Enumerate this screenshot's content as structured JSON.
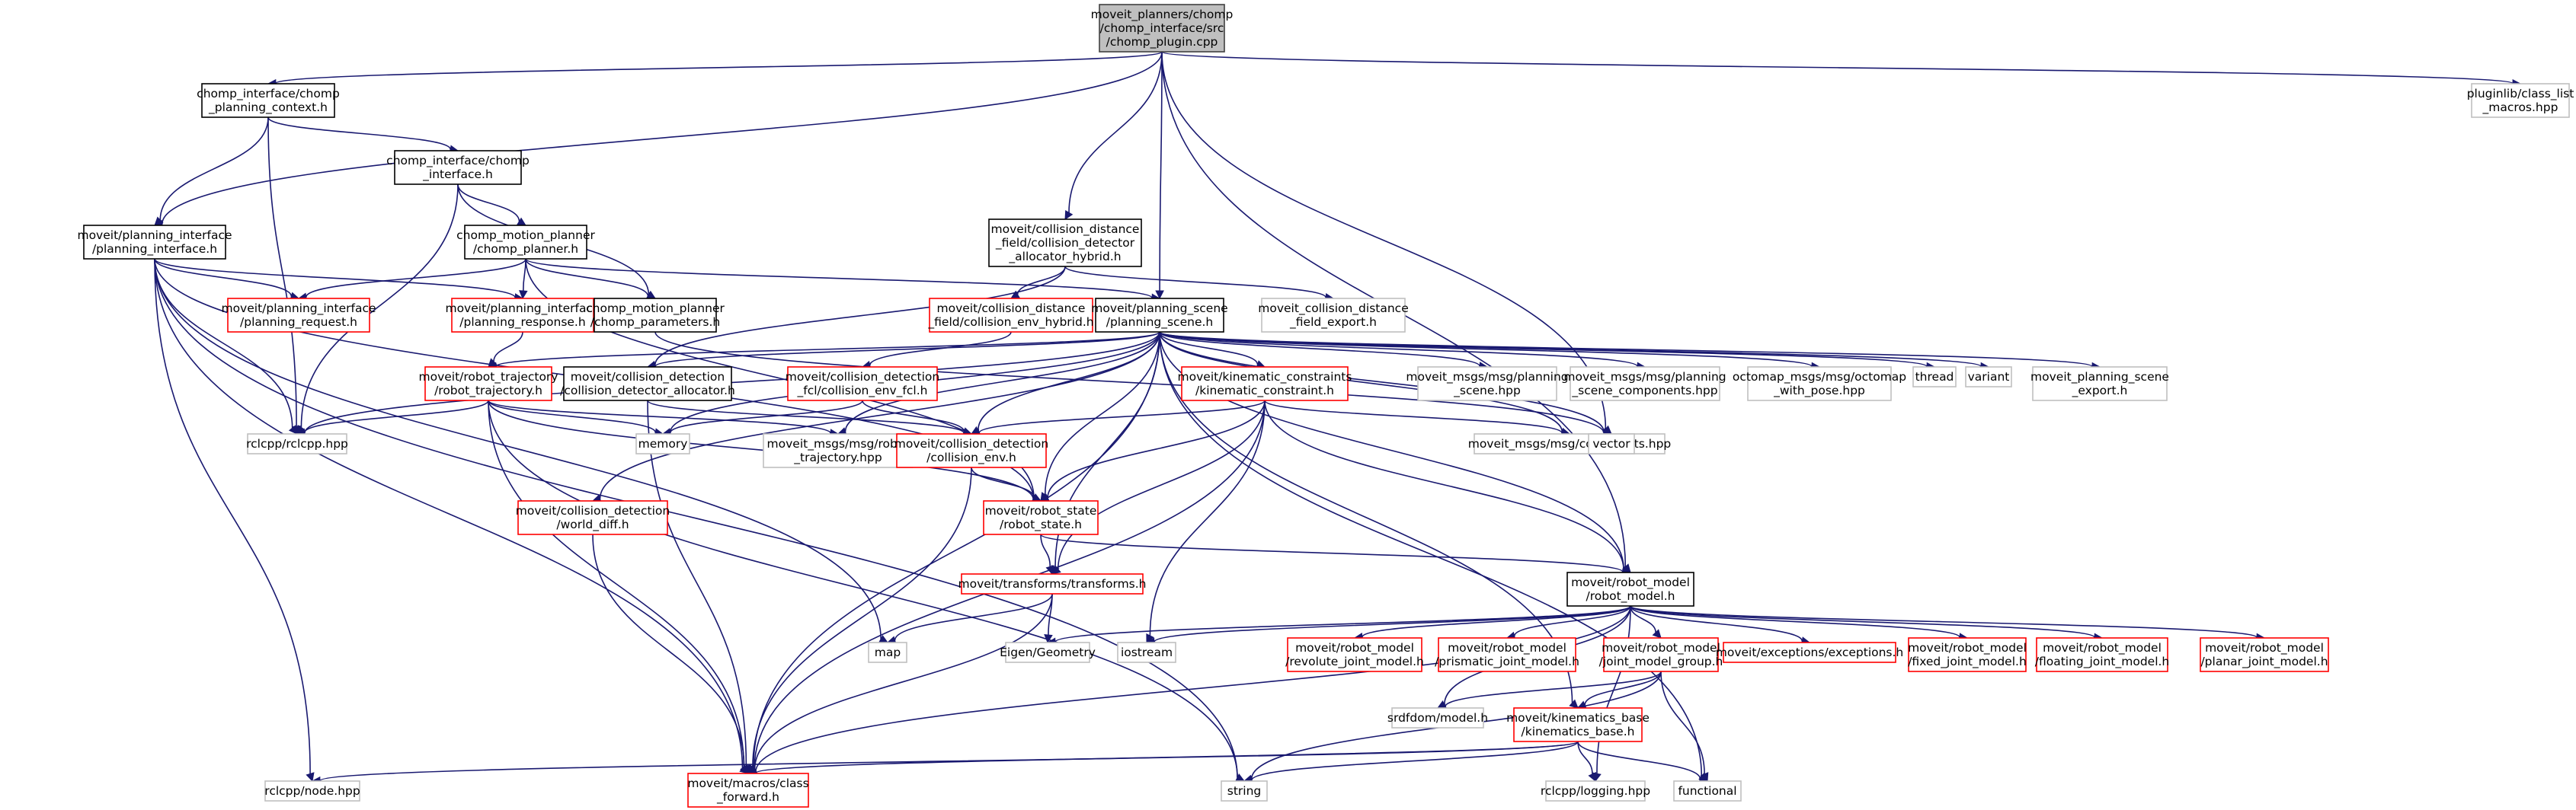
{
  "nodes": [
    {
      "id": "root",
      "lines": [
        "moveit_planners/chomp",
        "/chomp_interface/src",
        "/chomp_plugin.cpp"
      ],
      "style": "root"
    },
    {
      "id": "ctx",
      "lines": [
        "chomp_interface/chomp",
        "_planning_context.h"
      ],
      "style": "black"
    },
    {
      "id": "pluginlib",
      "lines": [
        "pluginlib/class_list",
        "_macros.hpp"
      ],
      "style": "gray"
    },
    {
      "id": "ci",
      "lines": [
        "chomp_interface/chomp",
        "_interface.h"
      ],
      "style": "black"
    },
    {
      "id": "pi",
      "lines": [
        "moveit/planning_interface",
        "/planning_interface.h"
      ],
      "style": "black"
    },
    {
      "id": "cmp",
      "lines": [
        "chomp_motion_planner",
        "/chomp_planner.h"
      ],
      "style": "black"
    },
    {
      "id": "cdah",
      "lines": [
        "moveit/collision_distance",
        "_field/collision_detector",
        "_allocator_hybrid.h"
      ],
      "style": "black"
    },
    {
      "id": "preq",
      "lines": [
        "moveit/planning_interface",
        "/planning_request.h"
      ],
      "style": "red"
    },
    {
      "id": "presp",
      "lines": [
        "moveit/planning_interface",
        "/planning_response.h"
      ],
      "style": "red"
    },
    {
      "id": "cparams",
      "lines": [
        "chomp_motion_planner",
        "/chomp_parameters.h"
      ],
      "style": "black"
    },
    {
      "id": "cehyb",
      "lines": [
        "moveit/collision_distance",
        "_field/collision_env_hybrid.h"
      ],
      "style": "red"
    },
    {
      "id": "ps",
      "lines": [
        "moveit/planning_scene",
        "/planning_scene.h"
      ],
      "style": "black"
    },
    {
      "id": "cdfexp",
      "lines": [
        "moveit_collision_distance",
        "_field_export.h"
      ],
      "style": "gray"
    },
    {
      "id": "rtraj",
      "lines": [
        "moveit/robot_trajectory",
        "/robot_trajectory.h"
      ],
      "style": "red"
    },
    {
      "id": "cda",
      "lines": [
        "moveit/collision_detection",
        "/collision_detector_allocator.h"
      ],
      "style": "black"
    },
    {
      "id": "cefcl",
      "lines": [
        "moveit/collision_detection",
        "_fcl/collision_env_fcl.h"
      ],
      "style": "red"
    },
    {
      "id": "kc",
      "lines": [
        "moveit/kinematic_constraints",
        "/kinematic_constraint.h"
      ],
      "style": "red"
    },
    {
      "id": "mps",
      "lines": [
        "moveit_msgs/msg/planning",
        "_scene.hpp"
      ],
      "style": "gray"
    },
    {
      "id": "mpsc",
      "lines": [
        "moveit_msgs/msg/planning",
        "_scene_components.hpp"
      ],
      "style": "gray"
    },
    {
      "id": "octo",
      "lines": [
        "octomap_msgs/msg/octomap",
        "_with_pose.hpp"
      ],
      "style": "gray"
    },
    {
      "id": "thread",
      "lines": [
        "thread"
      ],
      "style": "gray"
    },
    {
      "id": "variant",
      "lines": [
        "variant"
      ],
      "style": "gray"
    },
    {
      "id": "psexp",
      "lines": [
        "moveit_planning_scene",
        "_export.h"
      ],
      "style": "gray"
    },
    {
      "id": "rclcpp",
      "lines": [
        "rclcpp/rclcpp.hpp"
      ],
      "style": "gray"
    },
    {
      "id": "memory",
      "lines": [
        "memory"
      ],
      "style": "gray"
    },
    {
      "id": "mrt",
      "lines": [
        "moveit_msgs/msg/robot",
        "_trajectory.hpp"
      ],
      "style": "gray"
    },
    {
      "id": "ce",
      "lines": [
        "moveit/collision_detection",
        "/collision_env.h"
      ],
      "style": "red"
    },
    {
      "id": "mcons",
      "lines": [
        "moveit_msgs/msg/constraints.hpp"
      ],
      "style": "gray"
    },
    {
      "id": "vector",
      "lines": [
        "vector"
      ],
      "style": "gray"
    },
    {
      "id": "wd",
      "lines": [
        "moveit/collision_detection",
        "/world_diff.h"
      ],
      "style": "red"
    },
    {
      "id": "rs",
      "lines": [
        "moveit/robot_state",
        "/robot_state.h"
      ],
      "style": "red"
    },
    {
      "id": "tf",
      "lines": [
        "moveit/transforms/transforms.h"
      ],
      "style": "red"
    },
    {
      "id": "rm",
      "lines": [
        "moveit/robot_model",
        "/robot_model.h"
      ],
      "style": "black"
    },
    {
      "id": "map",
      "lines": [
        "map"
      ],
      "style": "gray"
    },
    {
      "id": "eigen",
      "lines": [
        "Eigen/Geometry"
      ],
      "style": "gray"
    },
    {
      "id": "iostream",
      "lines": [
        "iostream"
      ],
      "style": "gray"
    },
    {
      "id": "rjm",
      "lines": [
        "moveit/robot_model",
        "/revolute_joint_model.h"
      ],
      "style": "red"
    },
    {
      "id": "pjm",
      "lines": [
        "moveit/robot_model",
        "/prismatic_joint_model.h"
      ],
      "style": "red"
    },
    {
      "id": "jmg",
      "lines": [
        "moveit/robot_model",
        "/joint_model_group.h"
      ],
      "style": "red"
    },
    {
      "id": "exc",
      "lines": [
        "moveit/exceptions/exceptions.h"
      ],
      "style": "red"
    },
    {
      "id": "fjm",
      "lines": [
        "moveit/robot_model",
        "/fixed_joint_model.h"
      ],
      "style": "red"
    },
    {
      "id": "fljm",
      "lines": [
        "moveit/robot_model",
        "/floating_joint_model.h"
      ],
      "style": "red"
    },
    {
      "id": "pljm",
      "lines": [
        "moveit/robot_model",
        "/planar_joint_model.h"
      ],
      "style": "red"
    },
    {
      "id": "srdf",
      "lines": [
        "srdfdom/model.h"
      ],
      "style": "gray"
    },
    {
      "id": "kb",
      "lines": [
        "moveit/kinematics_base",
        "/kinematics_base.h"
      ],
      "style": "red"
    },
    {
      "id": "node",
      "lines": [
        "rclcpp/node.hpp"
      ],
      "style": "gray"
    },
    {
      "id": "mcf",
      "lines": [
        "moveit/macros/class",
        "_forward.h"
      ],
      "style": "red"
    },
    {
      "id": "string",
      "lines": [
        "string"
      ],
      "style": "gray"
    },
    {
      "id": "logging",
      "lines": [
        "rclcpp/logging.hpp"
      ],
      "style": "gray"
    },
    {
      "id": "functional",
      "lines": [
        "functional"
      ],
      "style": "gray"
    }
  ],
  "edges": [
    [
      "root",
      "ctx"
    ],
    [
      "root",
      "pi"
    ],
    [
      "root",
      "pluginlib"
    ],
    [
      "root",
      "cdah"
    ],
    [
      "root",
      "ps"
    ],
    [
      "root",
      "vector"
    ],
    [
      "root",
      "rm"
    ],
    [
      "ctx",
      "ci"
    ],
    [
      "ctx",
      "pi"
    ],
    [
      "ctx",
      "rclcpp"
    ],
    [
      "ci",
      "cmp"
    ],
    [
      "ci",
      "cparams"
    ],
    [
      "ci",
      "rclcpp"
    ],
    [
      "pi",
      "preq"
    ],
    [
      "pi",
      "presp"
    ],
    [
      "pi",
      "rclcpp"
    ],
    [
      "pi",
      "rs"
    ],
    [
      "pi",
      "node"
    ],
    [
      "pi",
      "mcf"
    ],
    [
      "pi",
      "map"
    ],
    [
      "pi",
      "string"
    ],
    [
      "cmp",
      "ps"
    ],
    [
      "cmp",
      "cparams"
    ],
    [
      "cmp",
      "preq"
    ],
    [
      "cmp",
      "presp"
    ],
    [
      "cmp",
      "rs"
    ],
    [
      "cdah",
      "cehyb"
    ],
    [
      "cdah",
      "cdfexp"
    ],
    [
      "cdah",
      "cda"
    ],
    [
      "cparams",
      "vector"
    ],
    [
      "presp",
      "rtraj"
    ],
    [
      "cehyb",
      "cefcl"
    ],
    [
      "ps",
      "rtraj"
    ],
    [
      "ps",
      "cda"
    ],
    [
      "ps",
      "kc"
    ],
    [
      "ps",
      "mps"
    ],
    [
      "ps",
      "mpsc"
    ],
    [
      "ps",
      "octo"
    ],
    [
      "ps",
      "thread"
    ],
    [
      "ps",
      "variant"
    ],
    [
      "ps",
      "psexp"
    ],
    [
      "ps",
      "rclcpp"
    ],
    [
      "ps",
      "memory"
    ],
    [
      "ps",
      "mrt"
    ],
    [
      "ps",
      "ce"
    ],
    [
      "ps",
      "mcons"
    ],
    [
      "ps",
      "vector"
    ],
    [
      "ps",
      "wd"
    ],
    [
      "ps",
      "rs"
    ],
    [
      "ps",
      "tf"
    ],
    [
      "ps",
      "rm"
    ],
    [
      "ps",
      "mcf"
    ],
    [
      "ps",
      "kb"
    ],
    [
      "ps",
      "functional"
    ],
    [
      "rtraj",
      "rclcpp"
    ],
    [
      "rtraj",
      "memory"
    ],
    [
      "rtraj",
      "mrt"
    ],
    [
      "rtraj",
      "rs"
    ],
    [
      "rtraj",
      "mcf"
    ],
    [
      "rtraj",
      "string"
    ],
    [
      "cda",
      "ce"
    ],
    [
      "cda",
      "mcf"
    ],
    [
      "cefcl",
      "ce"
    ],
    [
      "cefcl",
      "memory"
    ],
    [
      "kc",
      "ce"
    ],
    [
      "kc",
      "mcons"
    ],
    [
      "kc",
      "rs"
    ],
    [
      "kc",
      "tf"
    ],
    [
      "kc",
      "rm"
    ],
    [
      "kc",
      "mcf"
    ],
    [
      "kc",
      "iostream"
    ],
    [
      "ce",
      "rs"
    ],
    [
      "ce",
      "mcf"
    ],
    [
      "wd",
      "mcf"
    ],
    [
      "rs",
      "rm"
    ],
    [
      "rs",
      "tf"
    ],
    [
      "tf",
      "eigen"
    ],
    [
      "tf",
      "map"
    ],
    [
      "tf",
      "mcf"
    ],
    [
      "rm",
      "rjm"
    ],
    [
      "rm",
      "pjm"
    ],
    [
      "rm",
      "jmg"
    ],
    [
      "rm",
      "exc"
    ],
    [
      "rm",
      "fjm"
    ],
    [
      "rm",
      "fljm"
    ],
    [
      "rm",
      "pljm"
    ],
    [
      "rm",
      "srdf"
    ],
    [
      "rm",
      "eigen"
    ],
    [
      "rm",
      "iostream"
    ],
    [
      "rm",
      "mcf"
    ],
    [
      "rm",
      "logging"
    ],
    [
      "jmg",
      "kb"
    ],
    [
      "jmg",
      "srdf"
    ],
    [
      "jmg",
      "string"
    ],
    [
      "jmg",
      "functional"
    ],
    [
      "kb",
      "node"
    ],
    [
      "kb",
      "mcf"
    ],
    [
      "kb",
      "string"
    ],
    [
      "kb",
      "logging"
    ],
    [
      "kb",
      "functional"
    ]
  ]
}
